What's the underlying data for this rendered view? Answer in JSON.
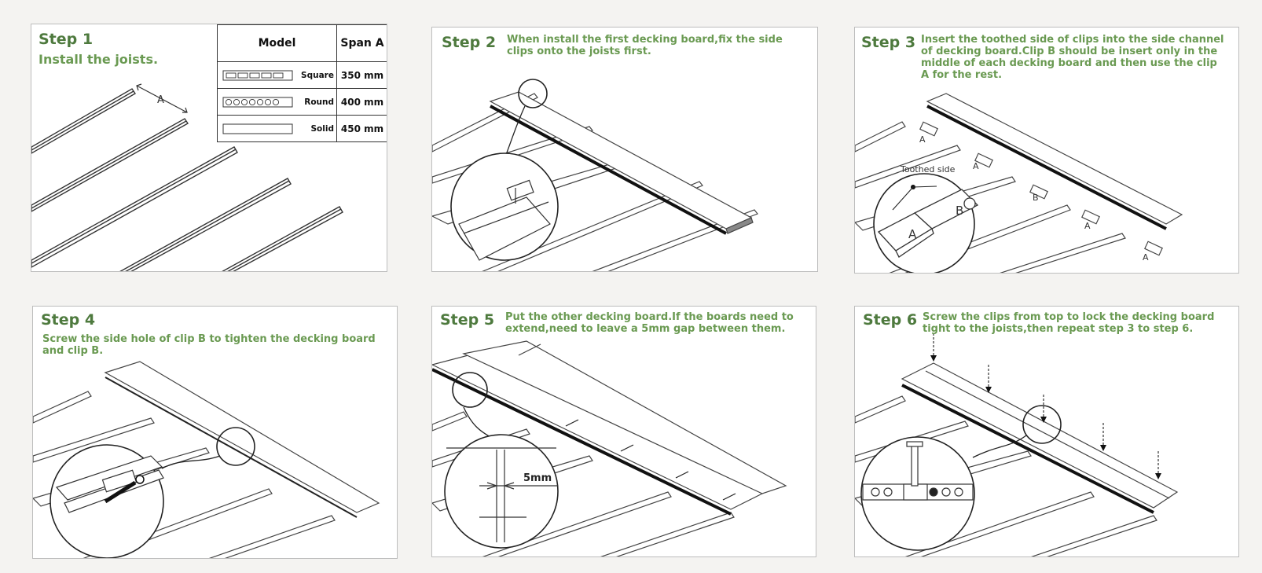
{
  "steps": [
    {
      "title": "Step 1",
      "description": "Install the joists."
    },
    {
      "title": "Step 2",
      "description": "When install the first decking board,fix the side clips onto the joists first."
    },
    {
      "title": "Step 3",
      "description": "Insert the toothed side of clips into the side channel of decking board.Clip B should be insert only in the middle of each decking board and then use the clip A for the rest."
    },
    {
      "title": "Step 4",
      "description": "Screw the side hole of clip B to tighten the decking board and clip B."
    },
    {
      "title": "Step 5",
      "description": "Put the other decking board.If the boards need to extend,need to leave a 5mm gap between them."
    },
    {
      "title": "Step 6",
      "description": "Screw the clips from top to lock the decking board tight to the joists,then repeat step 3 to step 6."
    }
  ],
  "spec_table": {
    "headers": [
      "Model",
      "Span A"
    ],
    "rows": [
      {
        "model": "Square",
        "span": "350 mm",
        "icon": "square-hollow-profile-icon"
      },
      {
        "model": "Round",
        "span": "400 mm",
        "icon": "round-hollow-profile-icon"
      },
      {
        "model": "Solid",
        "span": "450 mm",
        "icon": "solid-profile-icon"
      }
    ]
  },
  "labels": {
    "span_a": "A",
    "toothed_side": "Toothed side",
    "clip_a": "A",
    "clip_b": "B",
    "gap": "5mm"
  },
  "colors": {
    "title_green": "#4e7a3e",
    "text_green": "#6a9a52",
    "line": "#333333"
  }
}
